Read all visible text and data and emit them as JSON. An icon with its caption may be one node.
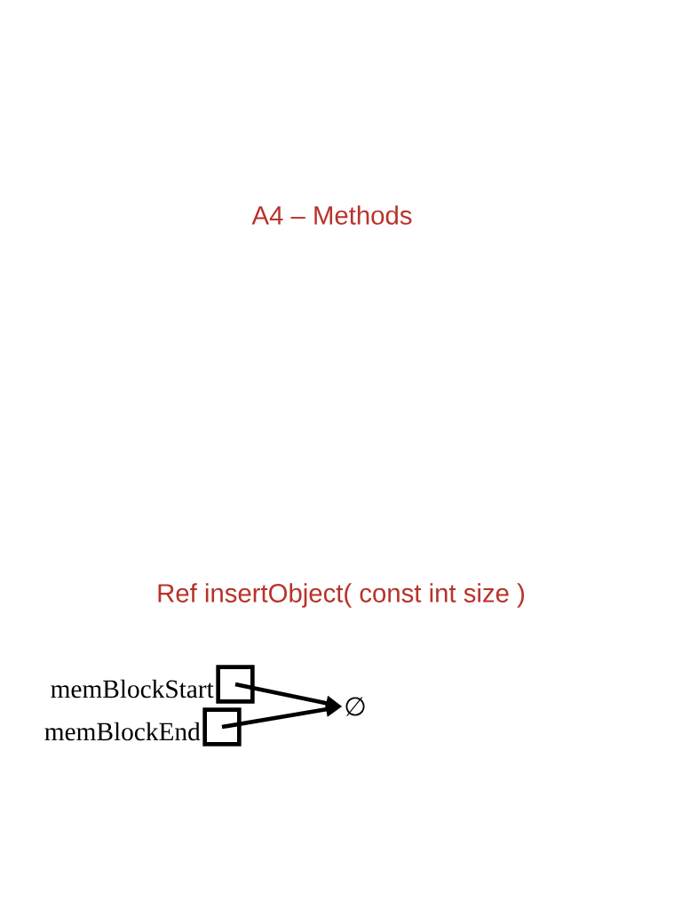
{
  "diagram": {
    "title": "A4 – Methods",
    "nodes": [
      {
        "text": [],
        "shape": "box",
        "beside": [
          "memBlockStart"
        ]
      },
      {
        "text": [],
        "shape": "box",
        "beside": [
          "memBlockEnd"
        ]
      },
      {
        "text": [
          "∅"
        ]
      }
    ],
    "edges": [
      {
        "from": 0,
        "to": 2,
        "arrow": "to"
      },
      {
        "from": 1,
        "to": 2,
        "arrow": "to"
      }
    ],
    "labels": [
      "Ref insertObject( const int size )"
    ]
  }
}
